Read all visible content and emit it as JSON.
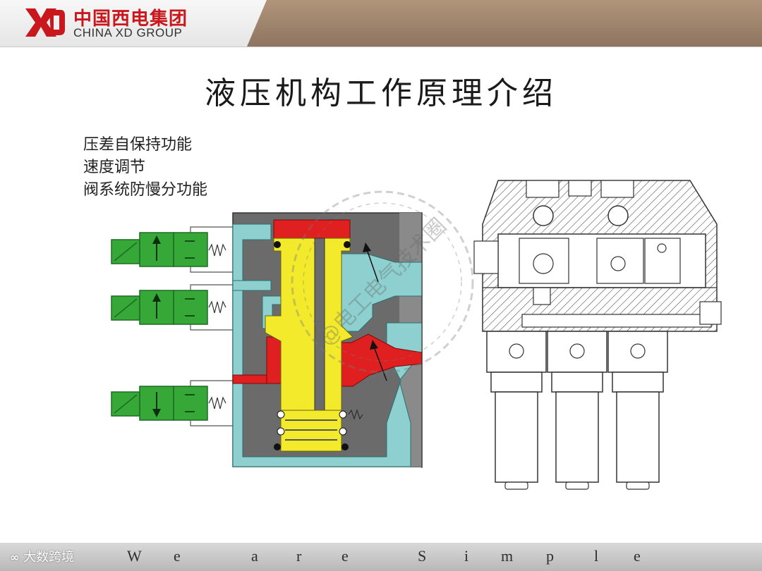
{
  "header": {
    "logo_cn": "中国西电集团",
    "logo_en": "CHINA XD GROUP",
    "logo_mark": "XD"
  },
  "title": "液压机构工作原理介绍",
  "bullets": [
    "压差自保持功能",
    "速度调节",
    "阀系统防慢分功能"
  ],
  "footer": {
    "letters": [
      "W",
      "e",
      "a",
      "r",
      "e",
      "S",
      "i",
      "m",
      "p",
      "l",
      "e"
    ]
  },
  "watermarks": {
    "stamp_text": "@电工电气技术圈",
    "source_mark": "大数跨境",
    "source_symbol": "∞"
  },
  "colors": {
    "accent_red": "#c8181e",
    "valve_red": "#e02020",
    "valve_yellow": "#f2ea2a",
    "channel_cyan": "#8ed0d0",
    "body_gray": "#6b6b6b",
    "solenoid_green": "#35a838",
    "header_brown": "#9a8068"
  }
}
